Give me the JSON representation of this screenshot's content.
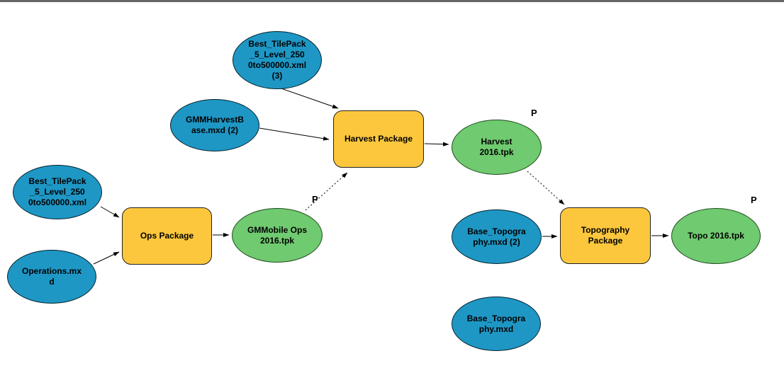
{
  "diagram": {
    "app_context": "ModelBuilder geoprocessing model canvas",
    "background_color": "#ffffff",
    "top_border_color": "#676767",
    "colors": {
      "input_fill": "#1e97c5",
      "tool_fill": "#fcc73d",
      "output_fill": "#70ca70",
      "text": "#000000",
      "connector": "#000000"
    }
  },
  "nodes": [
    {
      "id": "best_tilepack_3",
      "type": "input",
      "shape": "ellipse",
      "label": "Best_TilePack\n_5_Level_250\n0to500000.xml\n(3)"
    },
    {
      "id": "gmmharvestbase",
      "type": "input",
      "shape": "ellipse",
      "label": "GMMHarvestB\nase.mxd (2)"
    },
    {
      "id": "harvest_package",
      "type": "tool",
      "shape": "rounded-rect",
      "label": "Harvest Package"
    },
    {
      "id": "harvest_2016",
      "type": "output",
      "shape": "ellipse",
      "label": "Harvest\n2016.tpk",
      "parameter": "P"
    },
    {
      "id": "best_tilepack",
      "type": "input",
      "shape": "ellipse",
      "label": "Best_TilePack\n_5_Level_250\n0to500000.xml"
    },
    {
      "id": "ops_package",
      "type": "tool",
      "shape": "rounded-rect",
      "label": "Ops Package"
    },
    {
      "id": "gmmobile_ops_2016",
      "type": "output",
      "shape": "ellipse",
      "label": "GMMobile Ops\n2016.tpk",
      "parameter": "P"
    },
    {
      "id": "operations_mxd",
      "type": "input",
      "shape": "ellipse",
      "label": "Operations.mx\nd"
    },
    {
      "id": "base_topography_2",
      "type": "input",
      "shape": "ellipse",
      "label": "Base_Topogra\nphy.mxd (2)"
    },
    {
      "id": "topography_package",
      "type": "tool",
      "shape": "rounded-rect",
      "label": "Topography\nPackage"
    },
    {
      "id": "topo_2016",
      "type": "output",
      "shape": "ellipse",
      "label": "Topo 2016.tpk",
      "parameter": "P"
    },
    {
      "id": "base_topography",
      "type": "input",
      "shape": "ellipse",
      "label": "Base_Topogra\nphy.mxd"
    }
  ],
  "edges": [
    {
      "from": "best_tilepack_3",
      "to": "harvest_package",
      "style": "solid"
    },
    {
      "from": "gmmharvestbase",
      "to": "harvest_package",
      "style": "solid"
    },
    {
      "from": "gmmobile_ops_2016",
      "to": "harvest_package",
      "style": "dotted-precondition"
    },
    {
      "from": "harvest_package",
      "to": "harvest_2016",
      "style": "solid"
    },
    {
      "from": "best_tilepack",
      "to": "ops_package",
      "style": "solid"
    },
    {
      "from": "operations_mxd",
      "to": "ops_package",
      "style": "solid"
    },
    {
      "from": "ops_package",
      "to": "gmmobile_ops_2016",
      "style": "solid"
    },
    {
      "from": "harvest_2016",
      "to": "topography_package",
      "style": "dotted-precondition"
    },
    {
      "from": "base_topography_2",
      "to": "topography_package",
      "style": "solid"
    },
    {
      "from": "topography_package",
      "to": "topo_2016",
      "style": "solid"
    }
  ]
}
